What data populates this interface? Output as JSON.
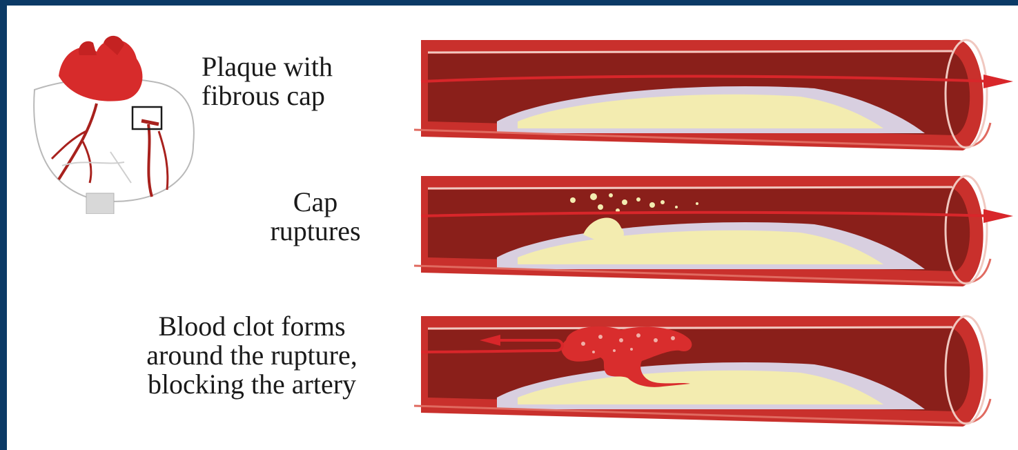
{
  "labels": {
    "stage1": [
      "Plaque with",
      "fibrous cap"
    ],
    "stage2": [
      "Cap",
      "ruptures"
    ],
    "stage3": [
      "Blood clot forms",
      "around the rupture,",
      "blocking the artery"
    ]
  },
  "colors": {
    "background": "#0b3a66",
    "artery_wall": "#c9302c",
    "artery_inner": "#8a1f1a",
    "plaque_fat": "#f3ecb0",
    "fibrous_cap": "#d8cfe0",
    "clot": "#d92d2d",
    "blood_flow": "#d8262a"
  },
  "icons": {
    "heart": "heart-icon",
    "flow_arrow": "arrow-right-icon"
  }
}
